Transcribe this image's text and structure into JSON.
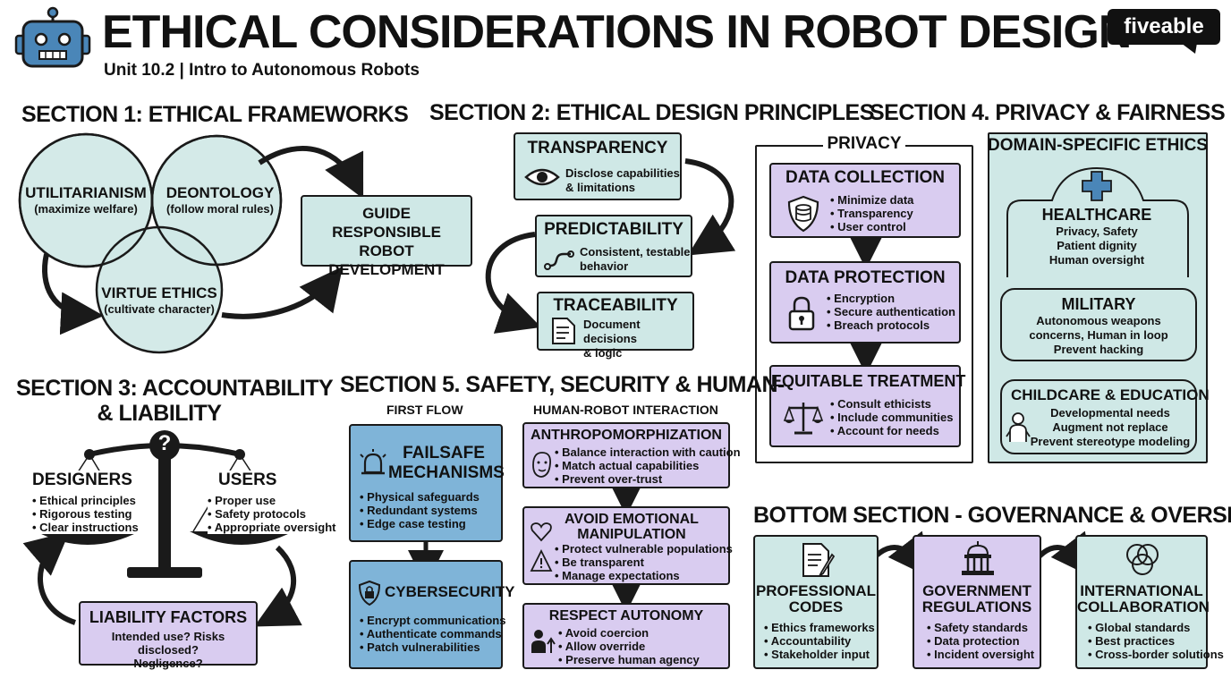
{
  "header": {
    "title": "ETHICAL CONSIDERATIONS IN ROBOT DESIGN",
    "subtitle": "Unit 10.2 | Intro to Autonomous Robots",
    "brand": "fiveable",
    "robot_icon": "robot-icon"
  },
  "section1": {
    "heading": "SECTION 1: ETHICAL FRAMEWORKS",
    "circles": [
      {
        "name": "UTILITARIANISM",
        "desc": "(maximize welfare)"
      },
      {
        "name": "DEONTOLOGY",
        "desc": "(follow moral rules)"
      },
      {
        "name": "VIRTUE ETHICS",
        "desc": "(cultivate character)"
      }
    ],
    "guide": [
      "GUIDE",
      "RESPONSIBLE",
      "ROBOT DEVELOPMENT"
    ]
  },
  "section2": {
    "heading": "SECTION 2: ETHICAL DESIGN PRINCIPLES",
    "items": [
      {
        "title": "TRANSPARENCY",
        "desc": [
          "Disclose capabilities",
          "& limitations"
        ],
        "icon": "eye-icon"
      },
      {
        "title": "PREDICTABILITY",
        "desc": [
          "Consistent, testable",
          "behavior"
        ],
        "icon": "path-icon"
      },
      {
        "title": "TRACEABILITY",
        "desc": [
          "Document decisions",
          "& logic"
        ],
        "icon": "document-icon"
      }
    ]
  },
  "section3": {
    "heading": [
      "SECTION 3: ACCOUNTABILITY",
      "& LIABILITY"
    ],
    "designers": {
      "title": "DESIGNERS",
      "items": [
        "Ethical principles",
        "Rigorous testing",
        "Clear instructions"
      ]
    },
    "users": {
      "title": "USERS",
      "items": [
        "Proper use",
        "Safety protocols",
        "Appropriate oversight"
      ]
    },
    "scale_mark": "?",
    "liability": {
      "title": "LIABILITY FACTORS",
      "desc": [
        "Intended use? Risks disclosed?",
        "Negligence?"
      ]
    }
  },
  "section4": {
    "heading": "SECTION 4. PRIVACY & FAIRNESS",
    "privacy": {
      "label": "PRIVACY",
      "items": [
        {
          "title": "DATA COLLECTION",
          "bullets": [
            "Minimize data",
            "Transparency",
            "User control"
          ],
          "icon": "database-shield-icon"
        },
        {
          "title": "DATA PROTECTION",
          "bullets": [
            "Encryption",
            "Secure authentication",
            "Breach protocols"
          ],
          "icon": "lock-icon"
        },
        {
          "title": "EQUITABLE TREATMENT",
          "bullets": [
            "Consult ethicists",
            "Include communities",
            "Account for needs"
          ],
          "icon": "scales-icon"
        }
      ]
    },
    "domain": {
      "label": "DOMAIN-SPECIFIC ETHICS",
      "items": [
        {
          "title": "HEALTHCARE",
          "desc": [
            "Privacy, Safety",
            "Patient dignity",
            "Human oversight"
          ],
          "icon": "medical-cross-icon"
        },
        {
          "title": "MILITARY",
          "desc": [
            "Autonomous weapons",
            "concerns, Human in loop",
            "Prevent hacking"
          ]
        },
        {
          "title": "CHILDCARE & EDUCATION",
          "desc": [
            "Developmental needs",
            "Augment not replace",
            "Prevent stereotype modeling"
          ],
          "icon": "baby-icon"
        }
      ]
    }
  },
  "section5": {
    "heading": "SECTION 5. SAFETY, SECURITY & HUMAN-",
    "col1_label": "FIRST FLOW",
    "col2_label": "HUMAN-ROBOT INTERACTION",
    "failsafe": {
      "title": [
        "FAILSAFE",
        "MECHANISMS"
      ],
      "bullets": [
        "Physical safeguards",
        "Redundant systems",
        "Edge case testing"
      ],
      "icon": "alarm-icon"
    },
    "cyber": {
      "title": "CYBERSECURITY",
      "bullets": [
        "Encrypt communications",
        "Authenticate commands",
        "Patch vulnerabilities"
      ],
      "icon": "shield-lock-icon"
    },
    "anthro": {
      "title": "ANTHROPOMORPHIZATION",
      "bullets": [
        "Balance interaction with caution",
        "Match actual capabilities",
        "Prevent over-trust"
      ],
      "icon": "face-icon"
    },
    "emotional": {
      "title": [
        "AVOID EMOTIONAL",
        "MANIPULATION"
      ],
      "bullets": [
        "Protect vulnerable populations",
        "Be transparent",
        "Manage expectations"
      ],
      "icon": "heart-warning-icon"
    },
    "autonomy": {
      "title": "RESPECT AUTONOMY",
      "bullets": [
        "Avoid coercion",
        "Allow override",
        "Preserve human agency"
      ],
      "icon": "person-arrow-icon"
    }
  },
  "bottom": {
    "heading": "BOTTOM SECTION - GOVERNANCE & OVERSIGHT",
    "items": [
      {
        "title": [
          "PROFESSIONAL",
          "CODES"
        ],
        "bullets": [
          "Ethics frameworks",
          "Accountability",
          "Stakeholder input"
        ],
        "icon": "pen-document-icon"
      },
      {
        "title": [
          "GOVERNMENT",
          "REGULATIONS"
        ],
        "bullets": [
          "Safety standards",
          "Data protection",
          "Incident oversight"
        ],
        "icon": "capitol-icon"
      },
      {
        "title": [
          "INTERNATIONAL",
          "COLLABORATION"
        ],
        "bullets": [
          "Global standards",
          "Best practices",
          "Cross-border solutions"
        ],
        "icon": "venn-icon"
      }
    ]
  },
  "colors": {
    "teal": "#cfe8e6",
    "lavender": "#d9ccf0",
    "blue": "#7fb4d8",
    "ink": "#1a1a1a",
    "robot_blue": "#4a86b8"
  }
}
